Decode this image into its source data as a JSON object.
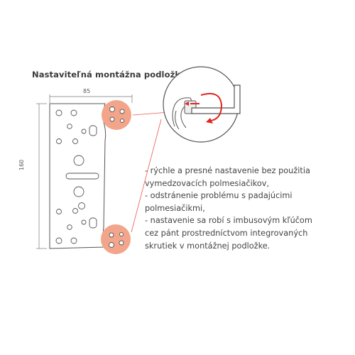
{
  "title": "Nastaviteľná montážna podložka",
  "dimensions": {
    "width": "85",
    "height": "160"
  },
  "description_lines": [
    "- rýchle a presné nastavenie bez použitia",
    "vymedzovacích polmesiačikov,",
    "- odstránenie problému s padajúcimi",
    "polmesiačikmi,",
    "- nastavenie sa robí s imbusovým kľúčom",
    "cez pánt prostredníctvom integrovaných",
    "skrutiek v montážnej podložke."
  ],
  "colors": {
    "highlight": "#f2a58a",
    "accent_red": "#e0251f",
    "outline": "#555555"
  },
  "icons": [
    "mounting-plate-drawing",
    "zoom-circle",
    "allen-key",
    "rotation-arrow"
  ]
}
